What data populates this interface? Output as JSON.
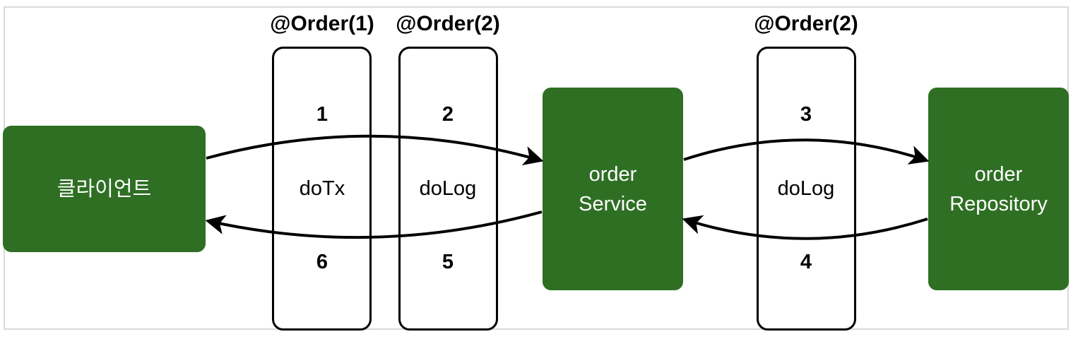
{
  "client": {
    "label": "클라이언트"
  },
  "order_service": {
    "line1": "order",
    "line2": "Service"
  },
  "order_repository": {
    "line1": "order",
    "line2": "Repository"
  },
  "aspects": [
    {
      "order": "@Order(1)",
      "method": "doTx",
      "step_in": "1",
      "step_out": "6"
    },
    {
      "order": "@Order(2)",
      "method": "doLog",
      "step_in": "2",
      "step_out": "5"
    },
    {
      "order": "@Order(2)",
      "method": "doLog",
      "step_in": "3",
      "step_out": "4"
    }
  ],
  "colors": {
    "node_fill": "#2f6f24",
    "node_text": "#ffffff",
    "outline": "#000000",
    "frame": "#d9d9d9"
  }
}
